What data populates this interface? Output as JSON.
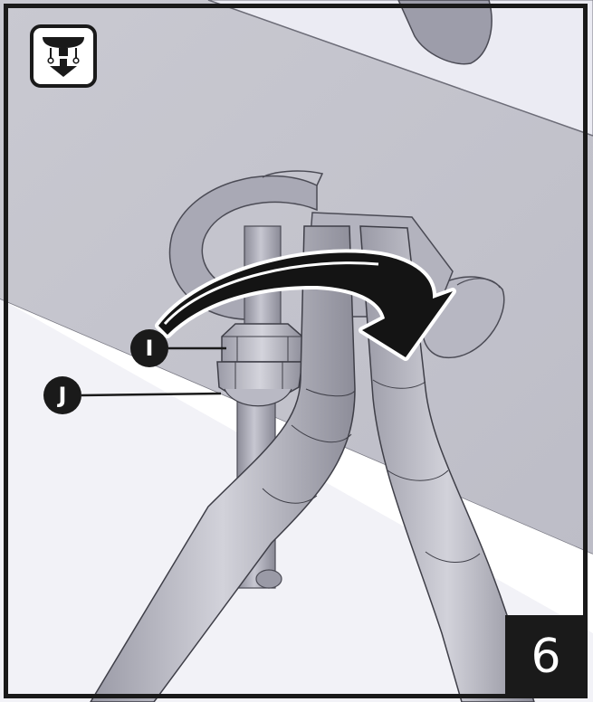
{
  "callouts": {
    "i_label": "I",
    "j_label": "J"
  },
  "step": {
    "number": "6"
  },
  "icons": {
    "mode_icon": "dispenser-down-arrow-icon",
    "rotation_arrow": "counter-rotation-arrow-icon"
  },
  "colors": {
    "frame": "#1a1a1a",
    "plate": "#cfcfd7",
    "plate_light": "#e7e7ef",
    "metal": "#a6a6b2",
    "metal_dark": "#7d7d8a",
    "background": "#ffffff"
  }
}
